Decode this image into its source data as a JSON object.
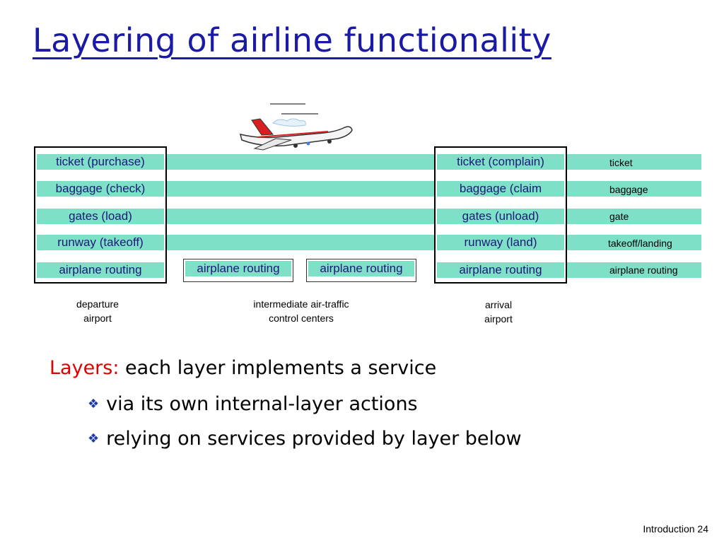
{
  "title": "Layering of airline functionality",
  "departure": {
    "layers": [
      "ticket (purchase)",
      "baggage (check)",
      "gates (load)",
      "runway (takeoff)",
      "airplane routing"
    ],
    "caption_line1": "departure",
    "caption_line2": "airport"
  },
  "intermediate": {
    "boxes": [
      "airplane routing",
      "airplane routing"
    ],
    "caption_line1": "intermediate air-traffic",
    "caption_line2": "control centers"
  },
  "arrival": {
    "layers": [
      "ticket (complain)",
      "baggage (claim",
      "gates (unload)",
      "runway (land)",
      "airplane routing"
    ],
    "caption_line1": "arrival",
    "caption_line2": "airport"
  },
  "row_labels": [
    "ticket",
    "baggage",
    "gate",
    "takeoff/landing",
    "airplane routing"
  ],
  "bullets": {
    "lead_red": "Layers:",
    "lead_rest": " each layer implements a service",
    "items": [
      "via its own internal-layer actions",
      "relying on services provided by layer below"
    ]
  },
  "footer": "Introduction 24",
  "colors": {
    "title": "#1a1aa6",
    "band": "#7fe0c8",
    "accent_red": "#e00000"
  }
}
